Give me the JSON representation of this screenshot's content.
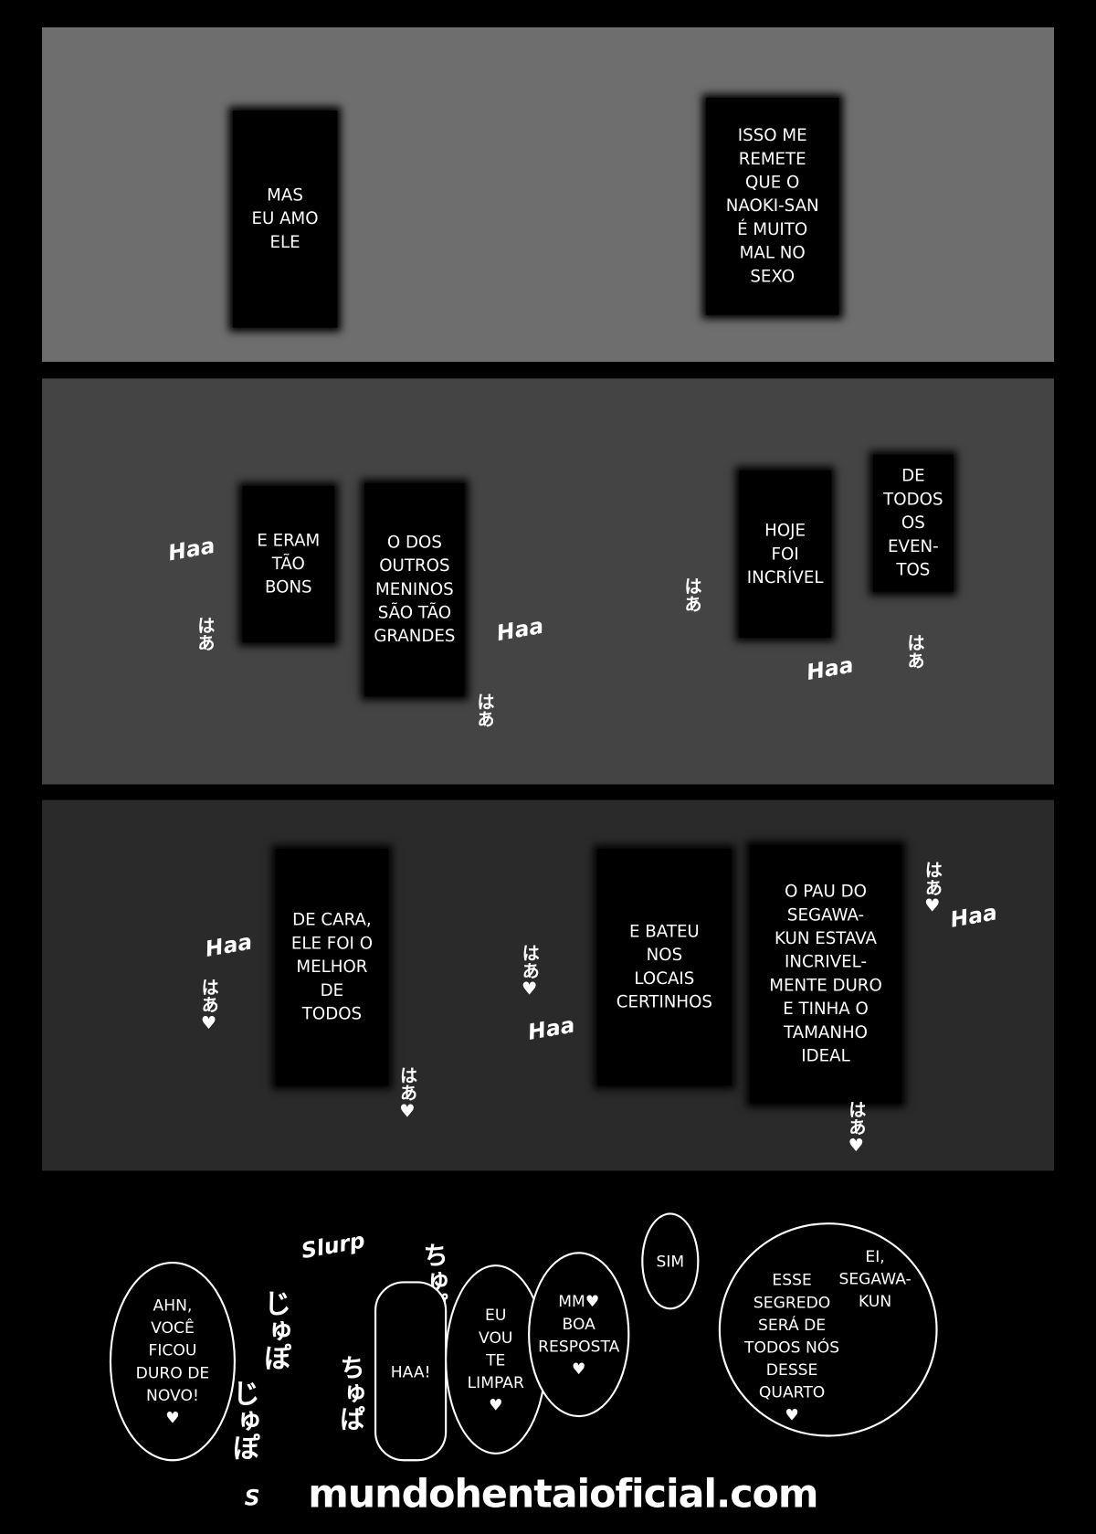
{
  "panel1": {
    "boxes": [
      "MAS\nEU AMO\nELE",
      "ISSO ME\nREMETE\nQUE O\nNAOKI-SAN\nÉ MUITO\nMAL NO\nSEXO"
    ]
  },
  "panel2": {
    "boxes": [
      "E ERAM\nTÃO\nBONS",
      "O DOS\nOUTROS\nMENINOS\nSÃO TÃO\nGRANDES",
      "HOJE\nFOI\nINCRÍVEL",
      "DE\nTODOS\nOS\nEVEN-\nTOS"
    ]
  },
  "panel3": {
    "boxes": [
      "DE CARA,\nELE FOI O\nMELHOR\nDE\nTODOS",
      "E BATEU\nNOS\nLOCAIS\nCERTINHOS",
      "O PAU DO\nSEGAWA-\nKUN ESTAVA\nINCRIVEL-\nMENTE DURO\nE TINHA O\nTAMANHO\nIDEAL"
    ]
  },
  "sfx": {
    "haa": "Haa",
    "haa_jp": "はあ",
    "haa_jp_heart": "はあ♥",
    "slurp": "Slurp",
    "jupo": "じゅぽ",
    "chupa": "ちゅぱ",
    "s": "S"
  },
  "bottom": {
    "b1": "AHN,\nVOCÊ\nFICOU\nDURO DE\nNOVO!\n♥",
    "b2": "EU\nVOU\nTE\nLIMPAR\n♥",
    "b3": "MM♥\nBOA\nRESPOSTA\n♥",
    "b4": "SIM",
    "b5": "HAA!",
    "b6a": "EI,\nSEGAWA-\nKUN",
    "b6b": "ESSE\nSEGREDO\nSERÁ DE\nTODOS NÓS\nDESSE\nQUARTO\n♥"
  },
  "watermark": "mundohentaioficial.com"
}
